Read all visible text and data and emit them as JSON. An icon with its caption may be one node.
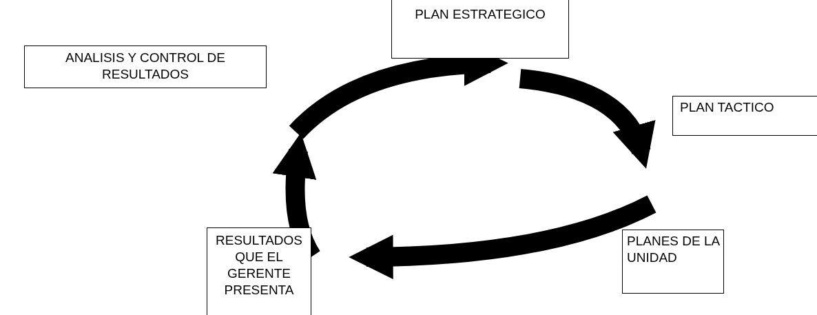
{
  "diagram": {
    "nodes": [
      {
        "text": [
          "PLAN ESTRATEGICO"
        ]
      },
      {
        "text": [
          "ANALISIS Y CONTROL DE RESULTADOS"
        ]
      },
      {
        "text": [
          "PLAN TACTICO"
        ]
      },
      {
        "text": [
          "PLANES DE LA UNIDAD"
        ]
      },
      {
        "text": [
          "RESULTADOS QUE EL GERENTE PRESENTA"
        ]
      }
    ],
    "edges": [
      {
        "from": 1,
        "to": 0,
        "arrow": "to"
      },
      {
        "from": 0,
        "to": 2,
        "arrow": "to"
      },
      {
        "from": 3,
        "to": 4,
        "arrow": "to"
      },
      {
        "from": 4,
        "to": 1,
        "arrow": "to"
      }
    ]
  }
}
